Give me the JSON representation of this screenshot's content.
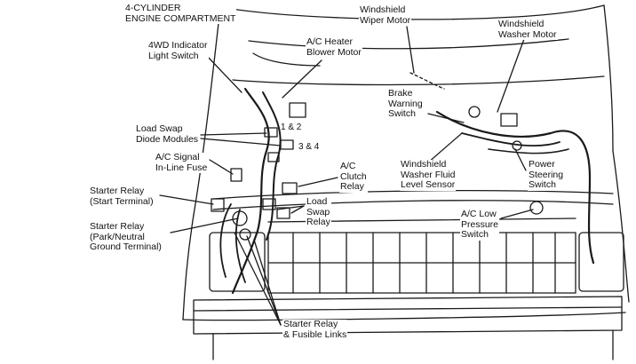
{
  "title": {
    "line1": "4-CYLINDER",
    "line2": "ENGINE COMPARTMENT"
  },
  "labels": {
    "windshield_wiper_motor": [
      "Windshield",
      "Wiper Motor"
    ],
    "windshield_washer_motor": [
      "Windshield",
      "Washer Motor"
    ],
    "wd4_indicator_light_switch": [
      "4WD Indicator",
      "Light Switch"
    ],
    "ac_heater_blower_motor": [
      "A/C Heater",
      "Blower Motor"
    ],
    "brake_warning_switch": [
      "Brake",
      "Warning",
      "Switch"
    ],
    "load_swap_diode_modules": [
      "Load Swap",
      "Diode Modules"
    ],
    "ac_signal_inline_fuse": [
      "A/C Signal",
      "In-Line Fuse"
    ],
    "ac_clutch_relay": [
      "A/C",
      "Clutch",
      "Relay"
    ],
    "windshield_washer_fluid_level_sensor": [
      "Windshield",
      "Washer Fluid",
      "Level Sensor"
    ],
    "power_steering_switch": [
      "Power",
      "Steering",
      "Switch"
    ],
    "starter_relay_start_terminal": [
      "Starter Relay",
      "(Start Terminal)"
    ],
    "load_swap_relay": [
      "Load",
      "Swap",
      "Relay"
    ],
    "ac_low_pressure_switch": [
      "A/C Low",
      "Pressure",
      "Switch"
    ],
    "starter_relay_park_neutral": [
      "Starter Relay",
      "(Park/Neutral",
      "Ground Terminal)"
    ],
    "starter_relay_fusible_links": [
      "Starter Relay",
      "& Fusible Links"
    ]
  },
  "module_numbers": {
    "one_two": "1 & 2",
    "three_four": "3 & 4"
  }
}
